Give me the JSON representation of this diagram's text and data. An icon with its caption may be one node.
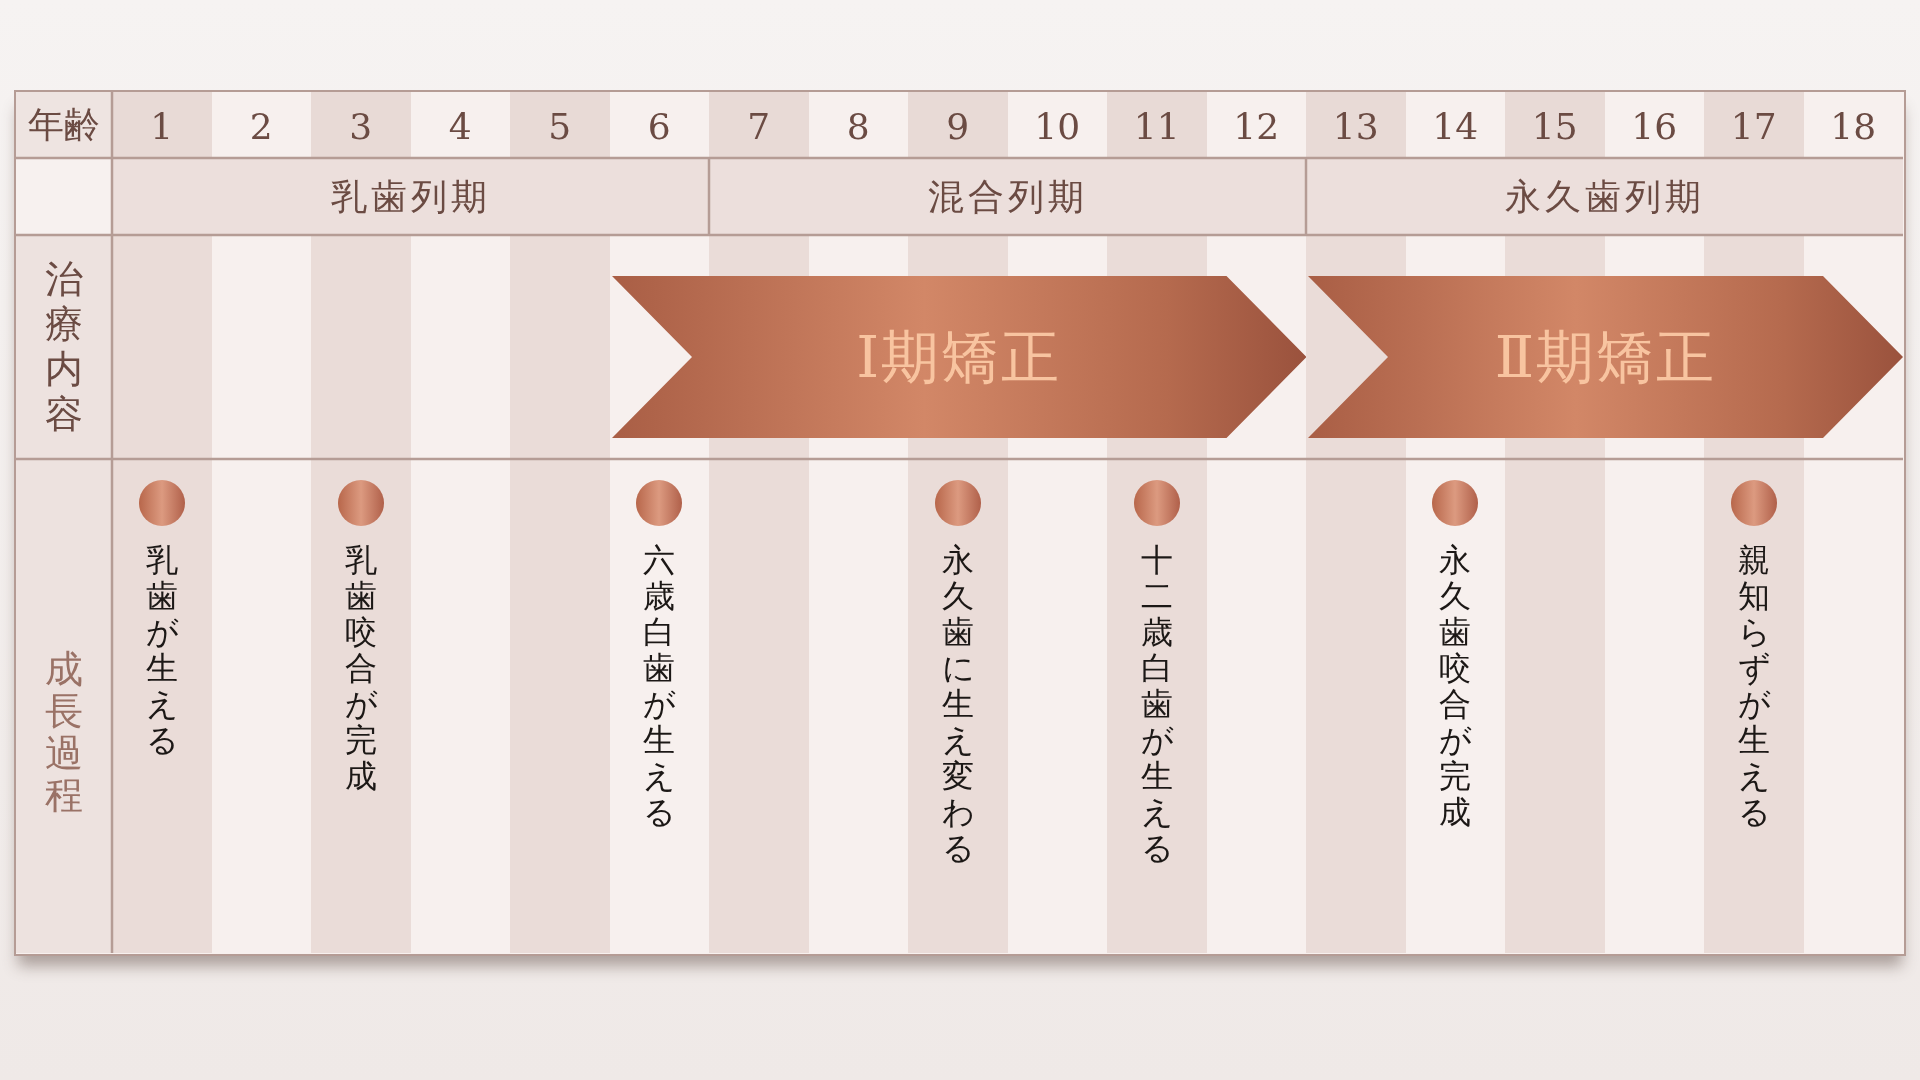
{
  "diagram": {
    "nodes": [
      {
        "text": [
          "Ⅰ期矯正"
        ]
      },
      {
        "text": [
          "Ⅱ期矯正"
        ]
      }
    ],
    "labels": [
      "年齢",
      "1",
      "2",
      "3",
      "4",
      "5",
      "6",
      "7",
      "8",
      "9",
      "10",
      "11",
      "12",
      "13",
      "14",
      "15",
      "16",
      "17",
      "18",
      "乳歯列期",
      "混合列期",
      "永久歯列期",
      "治療内容",
      "成長過程",
      "乳歯が生える",
      "乳歯咬合が完成",
      "六歳白歯が生える",
      "永久歯に生え変わる",
      "十二歳白歯が生える",
      "永久歯咬合が完成",
      "親知らずが生える"
    ]
  }
}
